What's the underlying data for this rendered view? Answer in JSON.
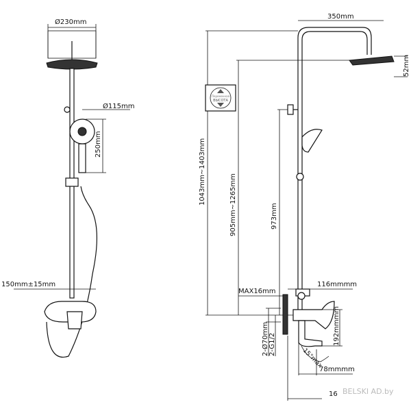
{
  "front_view": {
    "head_diameter": "Ø230mm",
    "hand_shower_diameter": "Ø115mm",
    "hand_shower_length": "250mm",
    "inlet_spacing": "150mm±15mm"
  },
  "side_view": {
    "arm_reach": "350mm",
    "head_thickness": "52mm",
    "total_height": "1043mm~1403mm",
    "head_height": "905mm~1265mm",
    "bar_height": "973mm",
    "badge_small": "Переменная",
    "badge_large": "ВЫСОТА",
    "wall_max": "MAX16mm",
    "mixer_depth": "116mmmm",
    "mixer_height": "192mmmm",
    "flange": "2-Ø70mm",
    "thread": "2-G1/2",
    "spout_angle": "15°max",
    "spout_offset": "78mmmm",
    "spout_reach": "16"
  },
  "watermark": "BELSKI AD.by"
}
